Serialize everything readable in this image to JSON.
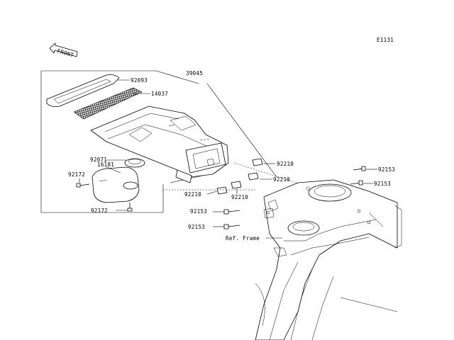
{
  "diagram": {
    "drawing_code": "E1131",
    "front_label": "FRONT",
    "labels": {
      "p39045": "39045",
      "p92093": "92093",
      "p14037": "14037",
      "p92071": "92071",
      "p16181": "16181",
      "p92172a": "92172",
      "p92172b": "92172",
      "p92210a": "92210",
      "p92210b": "92210",
      "p92210c": "92210",
      "p92210d": "92210",
      "p92153a": "92153",
      "p92153b": "92153",
      "p92153c": "92153",
      "p92153d": "92153",
      "ref_frame": "Ref. Frame"
    }
  }
}
